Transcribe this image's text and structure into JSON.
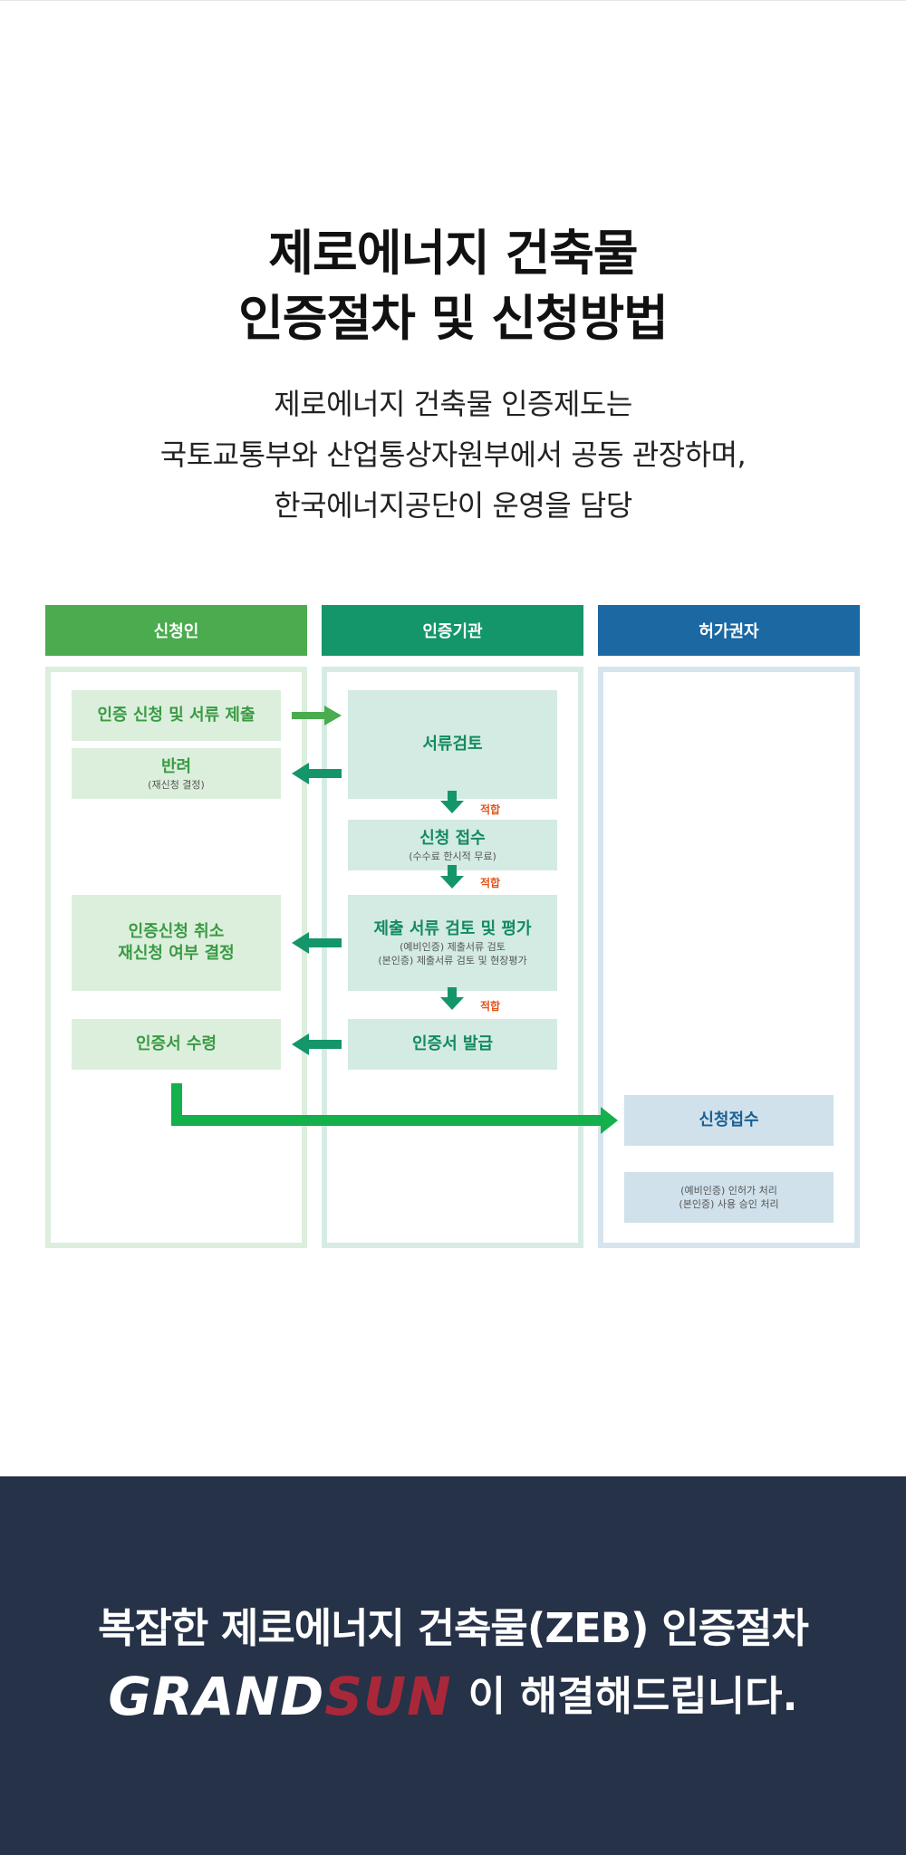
{
  "header": {
    "title_line1": "제로에너지 건축물",
    "title_line2": "인증절차 및 신청방법",
    "desc_line1": "제로에너지 건축물 인증제도는",
    "desc_line2": "국토교통부와 산업통상자원부에서 공동 관장하며,",
    "desc_line3": "한국에너지공단이 운영을 담당"
  },
  "columns": {
    "applicant": {
      "label": "신청인",
      "color": "#4aab4f"
    },
    "certifier": {
      "label": "인증기관",
      "color": "#14966a"
    },
    "permitter": {
      "label": "허가권자",
      "color": "#1b68a3"
    }
  },
  "applicant": {
    "apply": "인증 신청 및 서류 제출",
    "return": "반려",
    "return_note": "(재신청 결정)",
    "cancel_line1": "인증신청 취소",
    "cancel_line2": "재신청 여부 결정",
    "receive": "인증서 수령"
  },
  "certifier": {
    "review": "서류검토",
    "accept": "신청 접수",
    "accept_note": "(수수료 한시적 무료)",
    "evaluate": "제출 서류 검토 및 평가",
    "evaluate_note1": "(예비인증) 제출서류 검토",
    "evaluate_note2": "(본인증) 제출서류 검토 및 현장평가",
    "issue": "인증서 발급",
    "pass_label": "적합"
  },
  "permitter": {
    "receipt": "신청접수",
    "note1": "(예비인증) 인허가 처리",
    "note2": "(본인증) 사용 승인 처리"
  },
  "footer": {
    "line1": "복잡한 제로에너지 건축물(ZEB) 인증절차",
    "logo_part1": "GRAND",
    "logo_part2": "SUN",
    "line2": "이 해결해드립니다.",
    "background": "#263248"
  }
}
